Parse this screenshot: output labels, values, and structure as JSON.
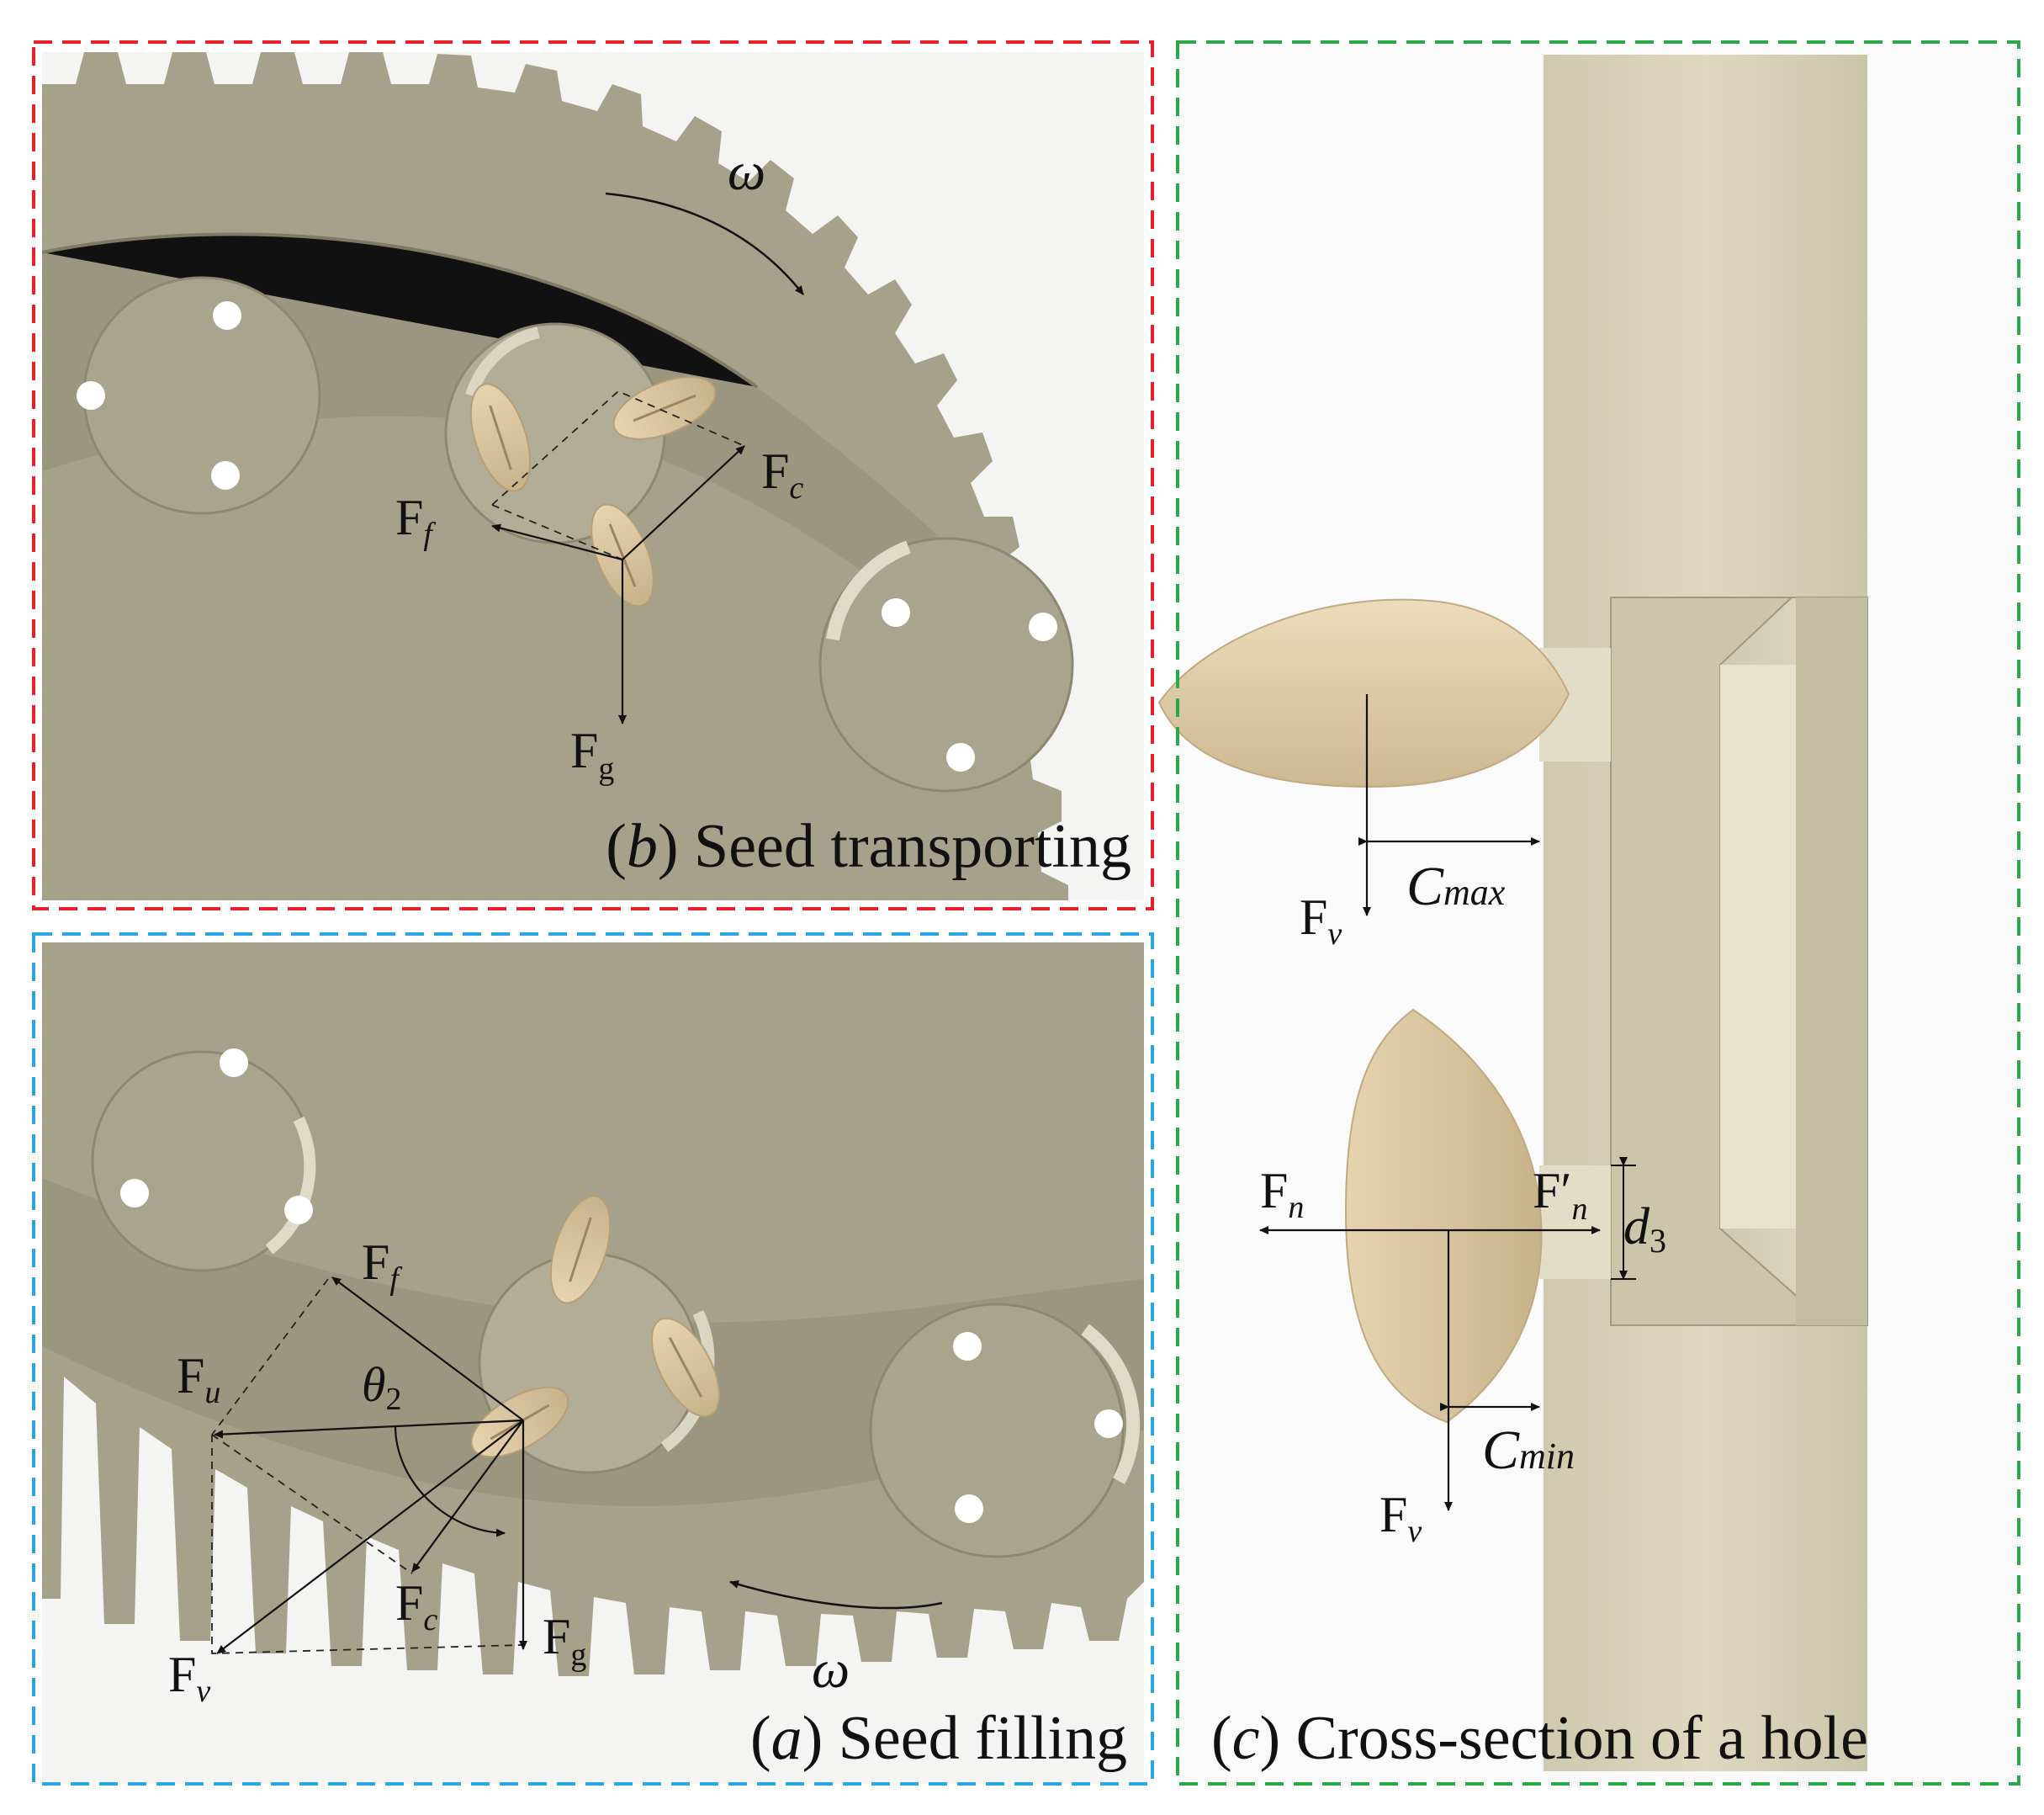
{
  "panels": {
    "b": {
      "caption_letter": "b",
      "caption_text": "Seed transporting",
      "frame_color": "#e8202a",
      "omega": "ω",
      "forces": {
        "fc": "F",
        "fc_sub": "c",
        "ff": "F",
        "ff_sub": "f",
        "fg": "F",
        "fg_sub": "g"
      }
    },
    "a": {
      "caption_letter": "a",
      "caption_text": "Seed filling",
      "frame_color": "#2aa7e0",
      "omega": "ω",
      "theta": "θ",
      "theta_sub": "2",
      "forces": {
        "ff": "F",
        "ff_sub": "f",
        "fu": "F",
        "fu_sub": "u",
        "fc": "F",
        "fc_sub": "c",
        "fg": "F",
        "fg_sub": "g",
        "fv": "F",
        "fv_sub": "v"
      }
    },
    "c": {
      "caption_letter": "c",
      "caption_text": "Cross-section of a hole",
      "frame_color": "#2aa84a",
      "labels": {
        "fv_top": "F",
        "fv_top_sub": "v",
        "cmax": "C",
        "cmax_sub": "max",
        "fn": "F",
        "fn_sub": "n",
        "fnp": "F′",
        "fnp_sub": "n",
        "d": "d",
        "d_sub": "3",
        "cmin": "C",
        "cmin_sub": "min",
        "fv_bot": "F",
        "fv_bot_sub": "v"
      }
    }
  },
  "colors": {
    "plate": "#a6a18a",
    "plate_dark": "#8f8a73",
    "plate_light": "#bdb8a2",
    "seed": "#dccaa6",
    "section": "#d6d1b6"
  }
}
